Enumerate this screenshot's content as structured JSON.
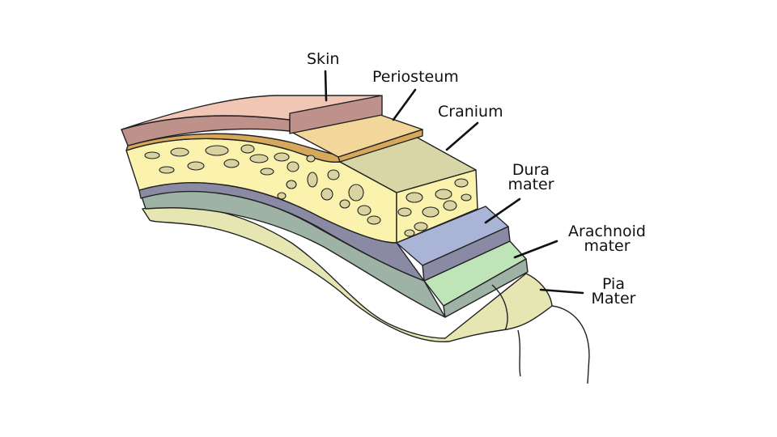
{
  "labels": {
    "skin": "Skin",
    "periosteum": "Periosteum",
    "cranium": "Cranium",
    "dura_line1": "Dura",
    "dura_line2": "mater",
    "arachnoid_line1": "Arachnoid",
    "arachnoid_line2": "mater",
    "pia_line1": "Pia",
    "pia_line2": "Mater"
  },
  "colors": {
    "skin": "#f2c6b5",
    "skin_side": "#bf918b",
    "periosteum": "#f3d79a",
    "periosteum_side": "#d6a85c",
    "cranium": "#fbf3ad",
    "cranium_side": "#d8d6a6",
    "cranium_pores": "#d8d3a0",
    "dura": "#a9b4d6",
    "dura_side": "#8a8aa4",
    "arachnoid": "#bfe4b8",
    "arachnoid_side": "#9fb2a6",
    "pia": "#e6e6b3",
    "outline": "#222222"
  }
}
